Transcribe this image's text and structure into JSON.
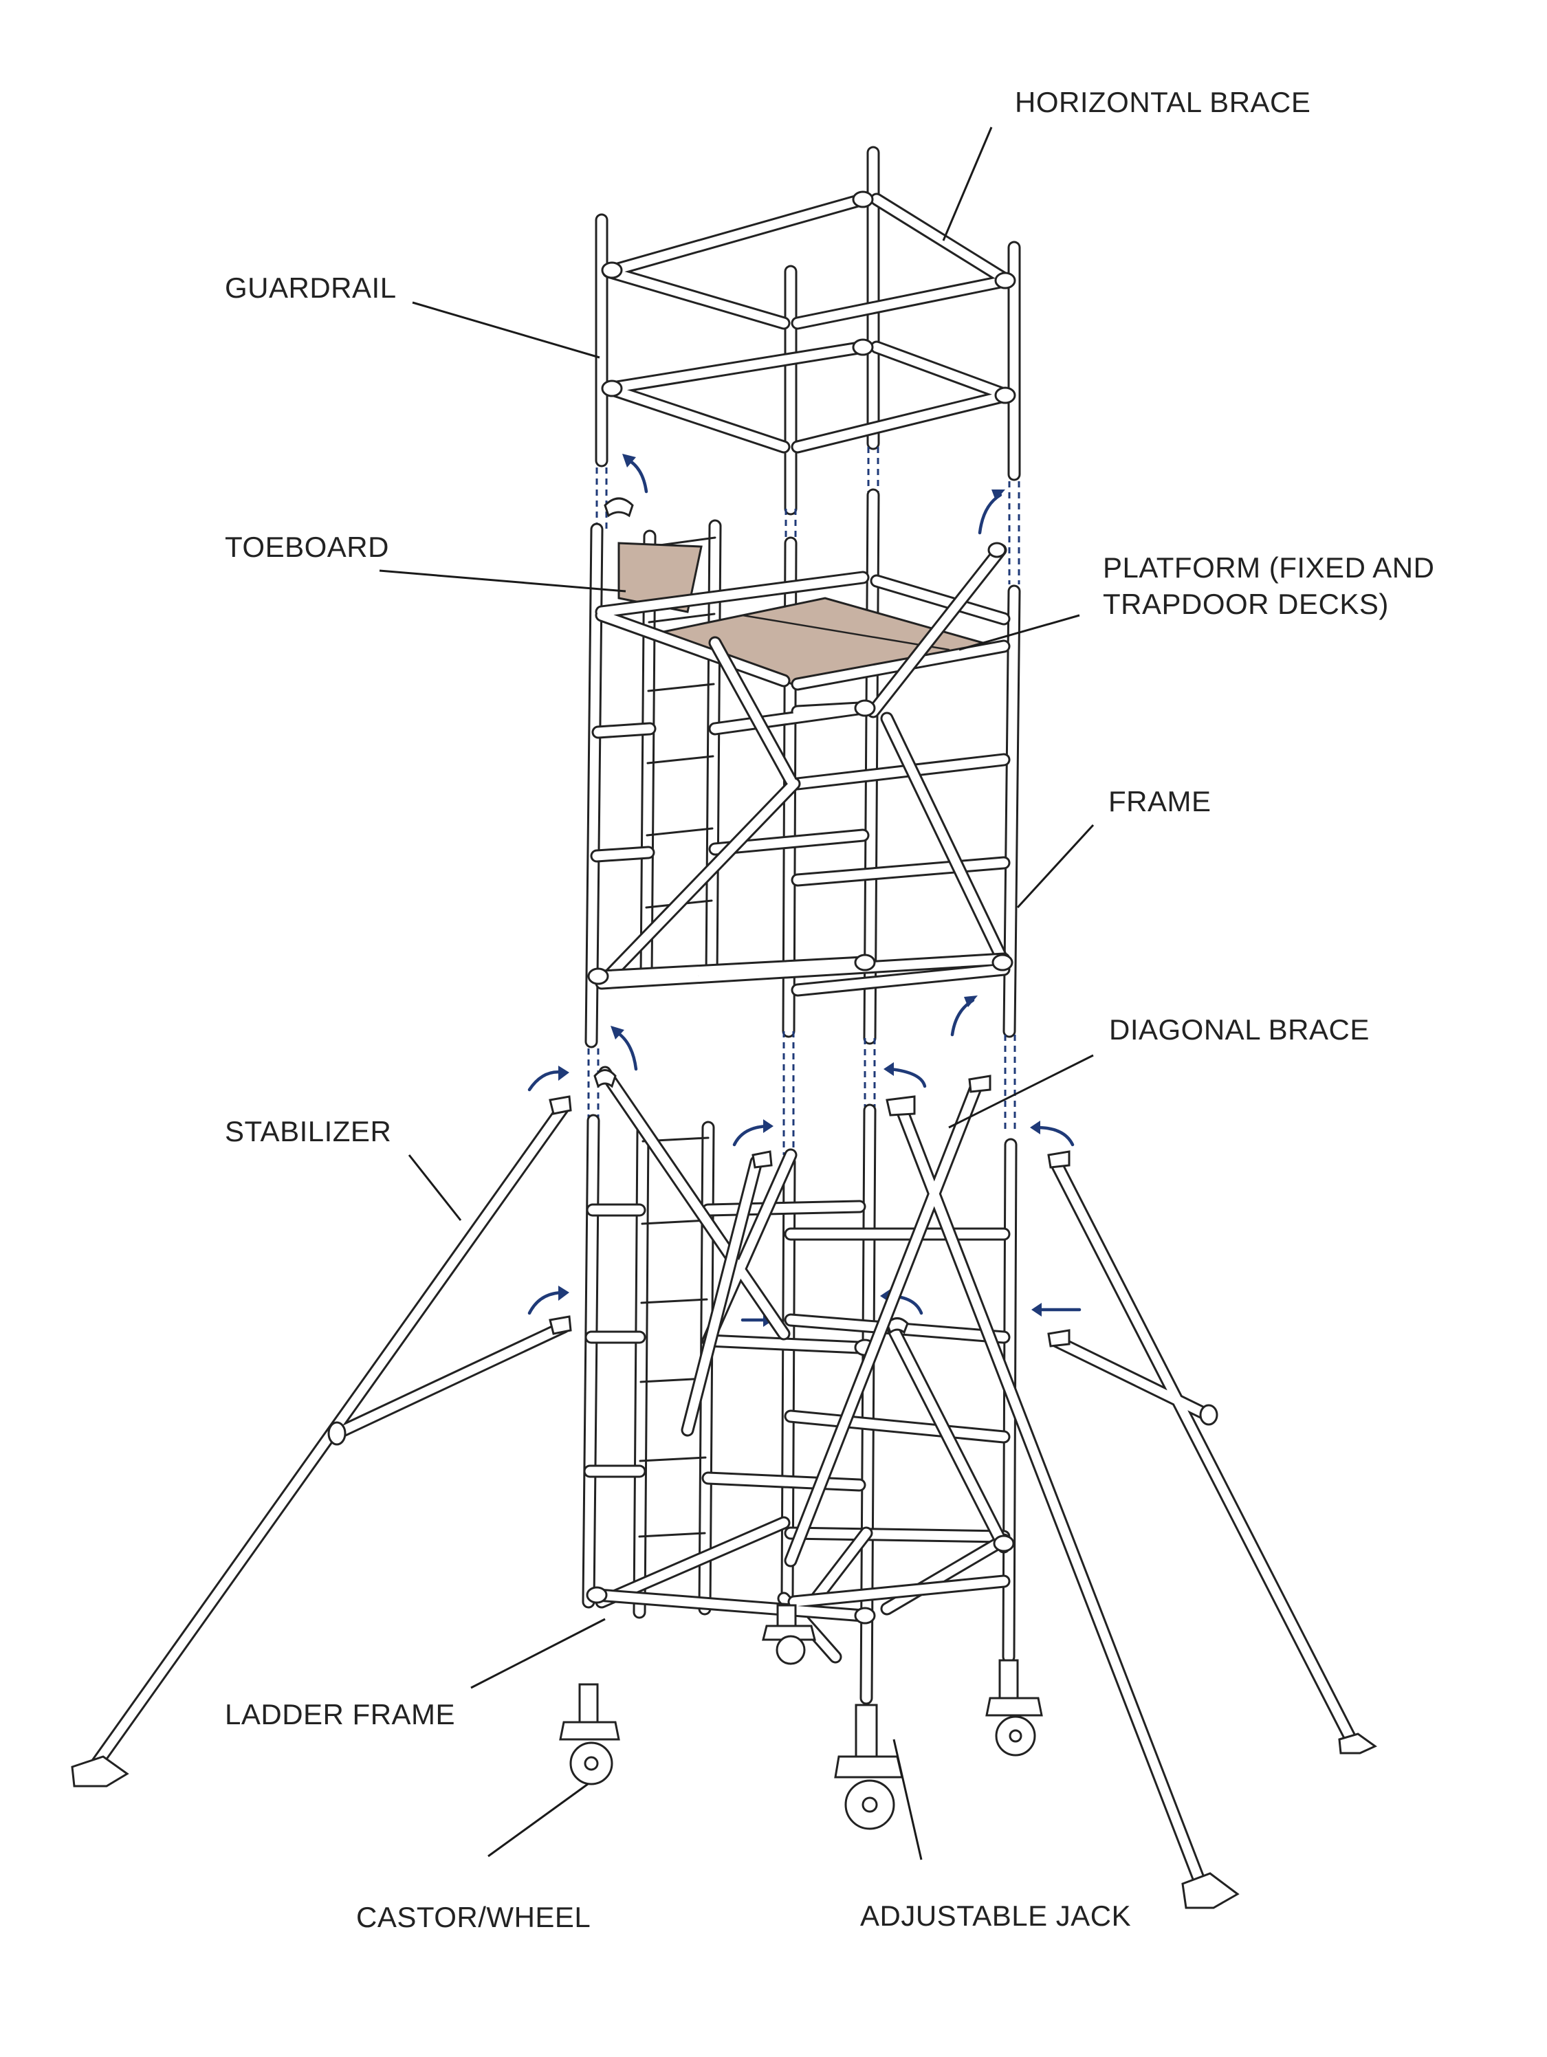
{
  "colors": {
    "line": "#222222",
    "arrow": "#1f3a78",
    "deck": "#c8b2a3"
  },
  "labels": {
    "horizontal_brace": "HORIZONTAL BRACE",
    "guardrail": "GUARDRAIL",
    "toeboard": "TOEBOARD",
    "platform_line1": "PLATFORM (FIXED AND",
    "platform_line2": "TRAPDOOR DECKS)",
    "frame": "FRAME",
    "diagonal_brace": "DIAGONAL BRACE",
    "stabilizer": "STABILIZER",
    "ladder_frame": "LADDER FRAME",
    "castor_wheel": "CASTOR/WHEEL",
    "adjustable_jack": "ADJUSTABLE JACK"
  }
}
